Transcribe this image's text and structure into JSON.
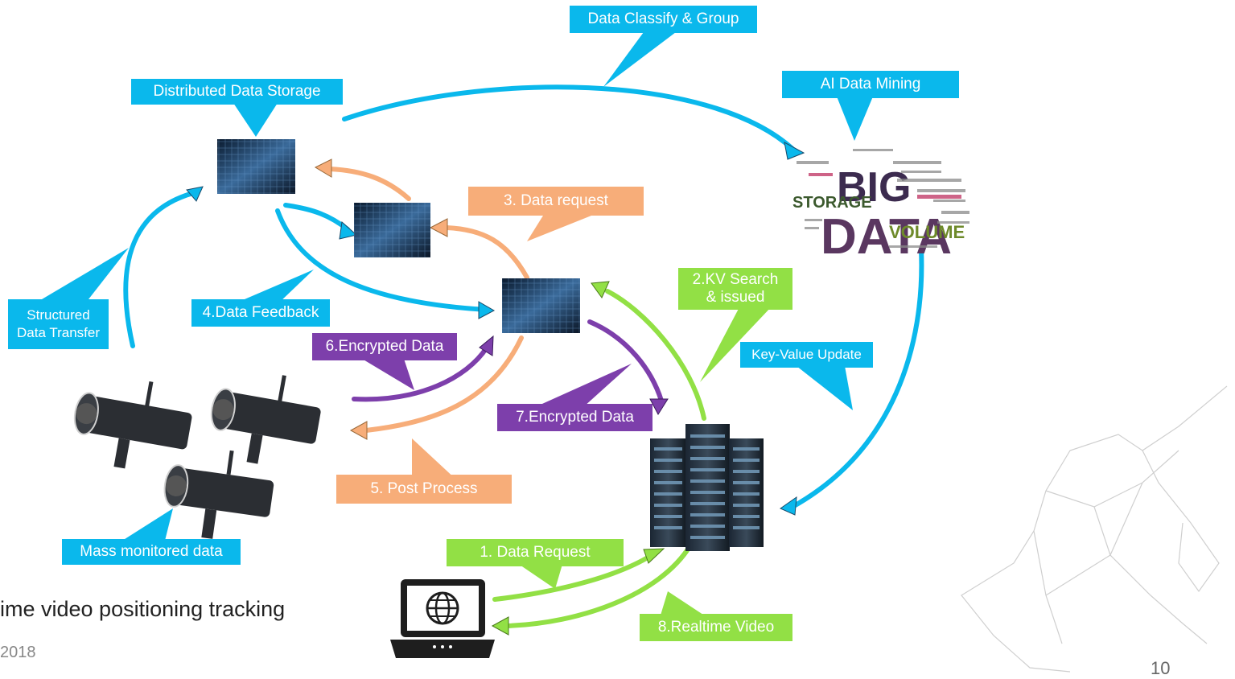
{
  "labels": {
    "classify": "Data Classify & Group",
    "storage": "Distributed Data Storage",
    "ai": "AI Data Mining",
    "request3": "3. Data request",
    "structured": "Structured Data Transfer",
    "feedback": "4.Data Feedback",
    "kv": "2.KV Search & issued",
    "kvupdate": "Key-Value Update",
    "enc6": "6.Encrypted Data",
    "enc7": "7.Encrypted Data",
    "post": "5. Post Process",
    "mass": "Mass monitored data",
    "request1": "1. Data Request",
    "realtime": "8.Realtime Video"
  },
  "bigdata": {
    "big": "BIG",
    "data": "DATA",
    "storage": "STORAGE",
    "volume": "VOLUME"
  },
  "caption": "ime video positioning tracking",
  "year": "2018",
  "page_number": "10",
  "colors": {
    "blue": "#0ab8ec",
    "orange": "#f7ad79",
    "green": "#92e045",
    "purple": "#7d3fab"
  },
  "icons": [
    "data-mosaic-icon",
    "big-data-word-cloud",
    "surveillance-camera-icon",
    "server-rack-icon",
    "laptop-globe-icon",
    "unicorn-logo"
  ]
}
